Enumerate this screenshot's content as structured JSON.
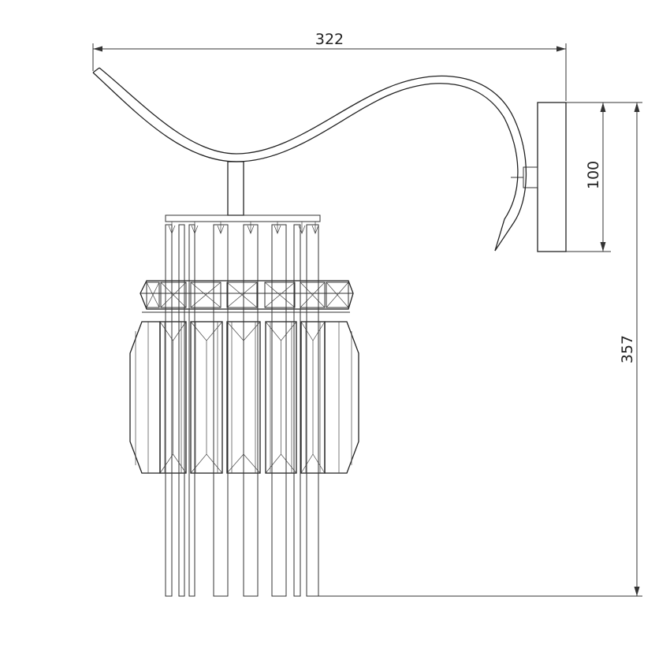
{
  "dimensions": {
    "width": "322",
    "bracket_height": "100",
    "total_height": "357"
  },
  "colors": {
    "line": "#333333",
    "background": "#ffffff"
  }
}
